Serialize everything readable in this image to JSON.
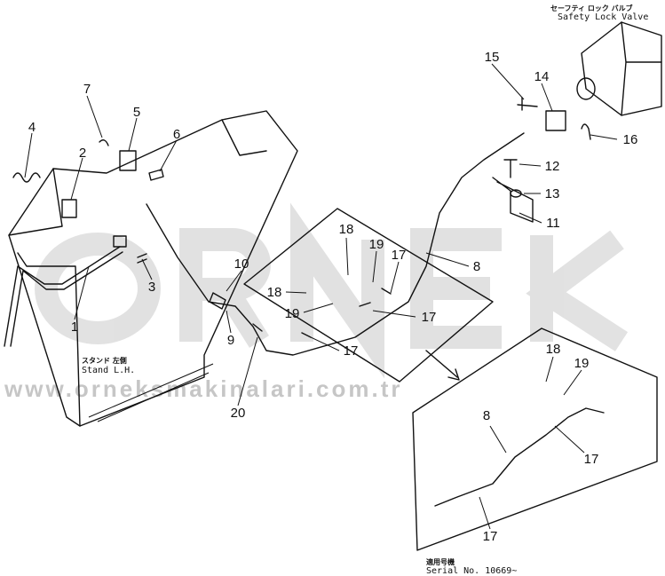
{
  "watermark": {
    "brand": "ORNEK",
    "url": "www.orneksmakinalari.com.tr"
  },
  "labels": {
    "valve_jp": "セーフティ ロック バルブ",
    "valve_en": "Safety Lock Valve",
    "stand_jp": "スタンド 左側",
    "stand_en": "Stand L.H.",
    "serial_jp": "適用号機",
    "serial_en": "Serial No. 10669~"
  },
  "callouts": [
    "1",
    "2",
    "3",
    "4",
    "5",
    "6",
    "7",
    "8",
    "9",
    "10",
    "11",
    "12",
    "13",
    "14",
    "15",
    "16",
    "17",
    "17",
    "17",
    "18",
    "18",
    "19",
    "19",
    "20",
    "18",
    "19",
    "8",
    "17",
    "17"
  ]
}
